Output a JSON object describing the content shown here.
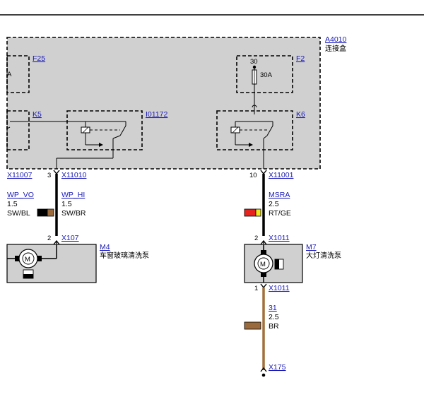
{
  "module": {
    "id": "A4010",
    "name": "连接盒"
  },
  "fuses": [
    {
      "id": "F25",
      "pin": "",
      "rating": ""
    },
    {
      "id": "F2",
      "pin": "30",
      "rating": "30A"
    }
  ],
  "relays": [
    {
      "id": "K5"
    },
    {
      "id": "I01172"
    },
    {
      "id": "K6"
    }
  ],
  "connectors": {
    "left_partial": "X11007",
    "left_top": "X11010",
    "left_top_pin": "3",
    "left_bottom": "X107",
    "left_bottom_pin": "2",
    "right_top": "X11001",
    "right_top_pin": "10",
    "right_mid": "X1011",
    "right_mid_pin": "2",
    "right_low": "X1011",
    "right_low_pin": "1",
    "ground": "X175"
  },
  "wires": [
    {
      "signal": "WP_VO",
      "size": "1.5",
      "color": "SW/BL"
    },
    {
      "signal": "WP_HI",
      "size": "1.5",
      "color": "SW/BR"
    },
    {
      "signal": "MSRA",
      "size": "2.5",
      "color": "RT/GE"
    },
    {
      "signal": "31",
      "size": "2.5",
      "color": "BR"
    }
  ],
  "components": [
    {
      "id": "M4",
      "name": "车窗玻璃清洗泵"
    },
    {
      "id": "M7",
      "name": "大灯清洗泵"
    }
  ],
  "colors": {
    "module_bg": "#d0d0d0",
    "wire_black": "#000000",
    "wire_brown": "#a0713a",
    "red": "#e8231d",
    "yellow": "#f4e61a",
    "brown": "#9b6a3c",
    "link": "#1a1ab8"
  }
}
